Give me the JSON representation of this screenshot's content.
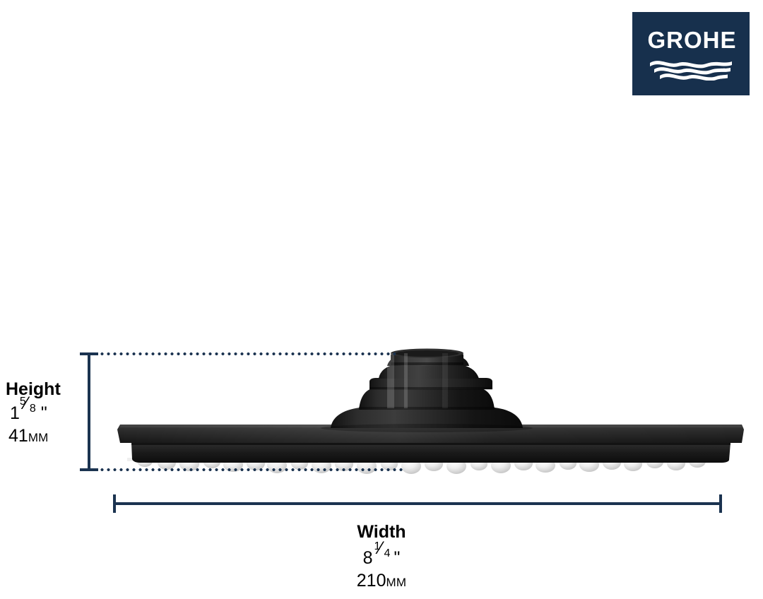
{
  "brand": {
    "name": "GROHE",
    "logo_background": "#17304d",
    "logo_foreground": "#ffffff",
    "waves_icon": "grohe-waves-icon"
  },
  "diagram": {
    "accent_color": "#1b3350",
    "product": "shower-head-side-view",
    "product_color": "#1c1c1c",
    "nozzle_color": "#e8e8e8"
  },
  "dimensions": {
    "height": {
      "title": "Height",
      "imperial_whole": "1",
      "imperial_frac_num": "5",
      "imperial_frac_slash": "⁄",
      "imperial_frac_den": "8",
      "imperial_mark": "\"",
      "metric_value": "41",
      "metric_unit": "MM"
    },
    "width": {
      "title": "Width",
      "imperial_whole": "8",
      "imperial_frac_num": "1",
      "imperial_frac_slash": "⁄",
      "imperial_frac_den": "4",
      "imperial_mark": "\"",
      "metric_value": "210",
      "metric_unit": "MM"
    }
  }
}
